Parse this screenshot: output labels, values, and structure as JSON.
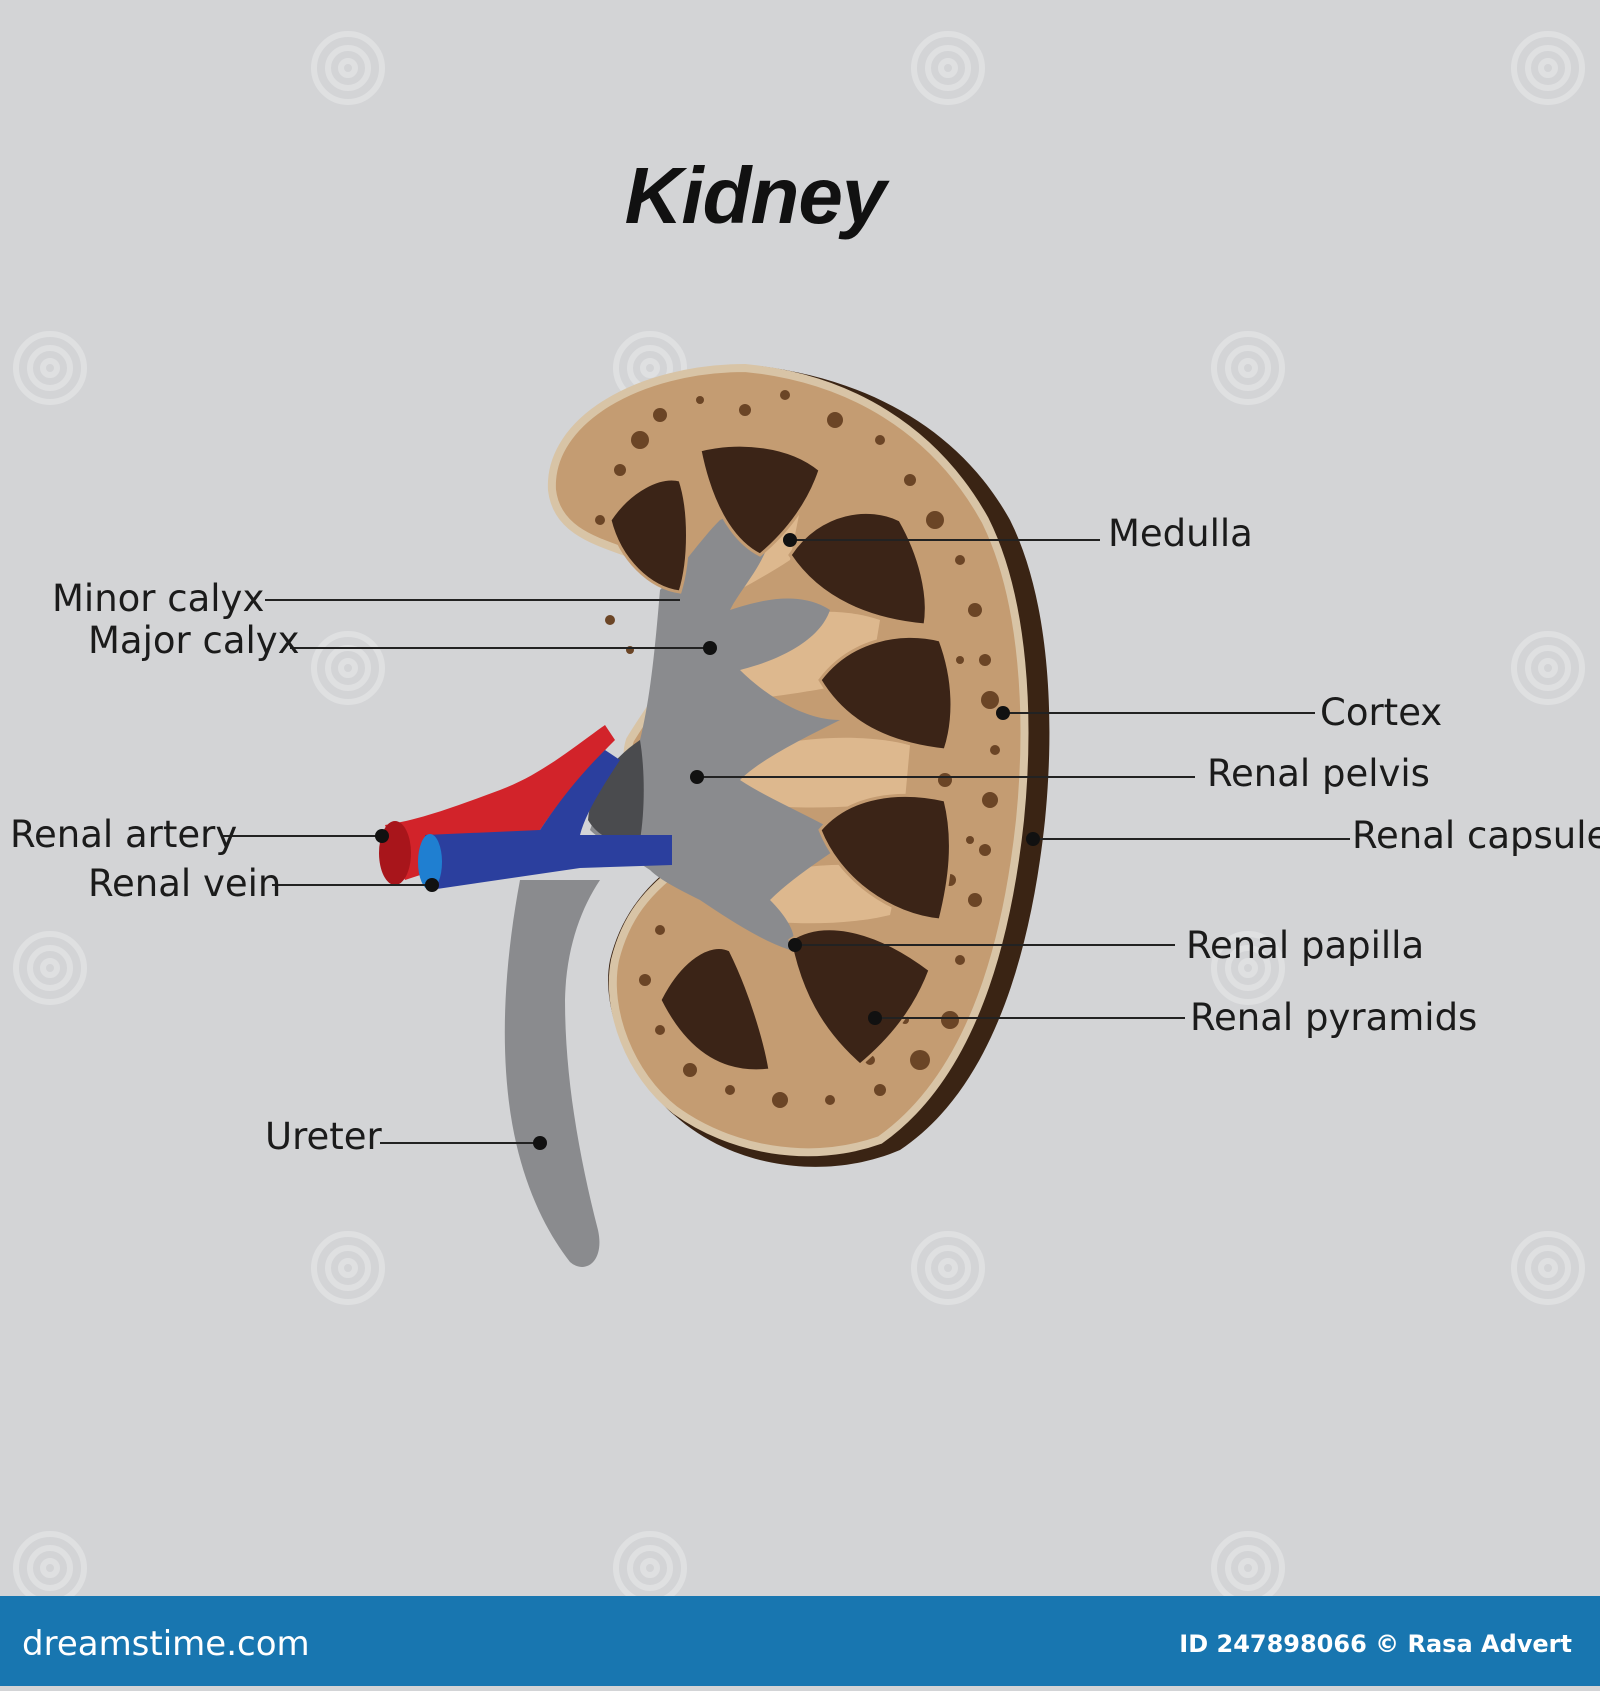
{
  "title": "Kidney",
  "labels": {
    "medulla": "Medulla",
    "minor_calyx": "Minor calyx",
    "major_calyx": "Major calyx",
    "cortex": "Cortex",
    "renal_pelvis": "Renal pelvis",
    "renal_artery": "Renal artery",
    "renal_capsule": "Renal capsule",
    "renal_vein": "Renal vein",
    "renal_papilla": "Renal papilla",
    "renal_pyramids": "Renal pyramids",
    "ureter": "Ureter"
  },
  "watermark": "dreamstime",
  "footer": {
    "brand": "dreamstime.com",
    "credit": "ID 247898066 © Rasa Advert"
  },
  "colors": {
    "background": "#d3d4d6",
    "cortex": "#c49c72",
    "capsule_edge": "#3a2414",
    "pyramid": "#3b2417",
    "pelvis": "#8a8b8e",
    "artery": "#d2232a",
    "vein": "#2b3f9e",
    "footer": "#1876b0"
  }
}
